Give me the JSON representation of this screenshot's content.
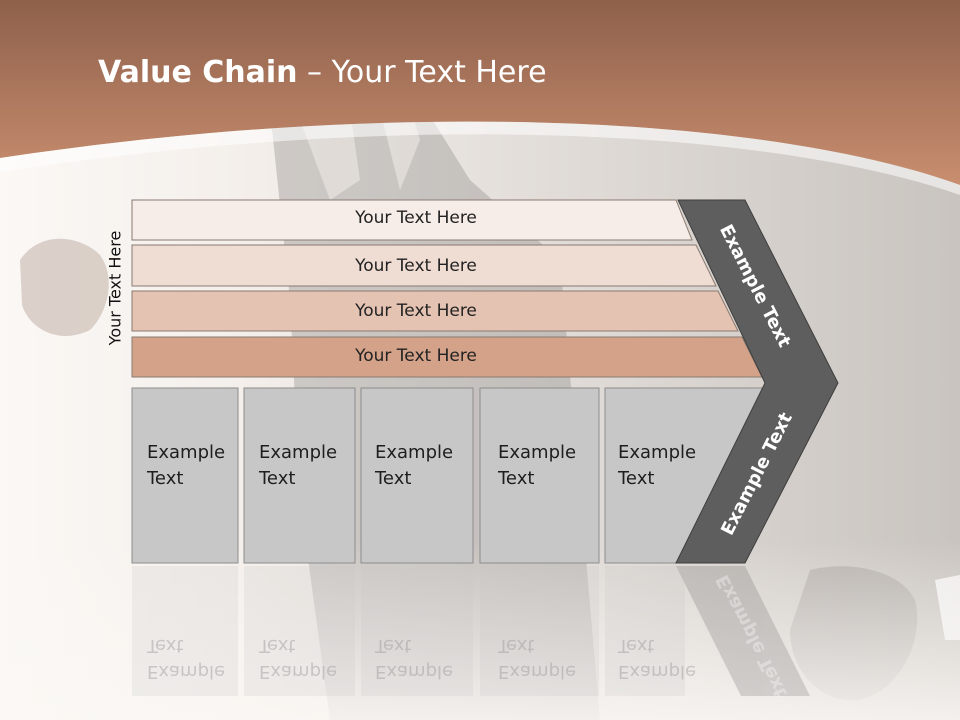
{
  "title": {
    "bold": "Value Chain",
    "rest": " – Your Text Here"
  },
  "vertical_label": "Your Text Here",
  "rows": [
    {
      "label": "Your Text Here",
      "color": "#f6ece8"
    },
    {
      "label": "Your Text Here",
      "color": "#efdcd3"
    },
    {
      "label": "Your Text Here",
      "color": "#e5c3b2"
    },
    {
      "label": "Your Text Here",
      "color": "#d4a288"
    }
  ],
  "cells": [
    {
      "line1": "Example",
      "line2": "Text"
    },
    {
      "line1": "Example",
      "line2": "Text"
    },
    {
      "line1": "Example",
      "line2": "Text"
    },
    {
      "line1": "Example",
      "line2": "Text"
    },
    {
      "line1": "Example",
      "line2": "Text"
    }
  ],
  "chevron": {
    "upper_label": "Example Text",
    "lower_label": "Example Text",
    "color": "#5e5e5e"
  },
  "colors": {
    "header": "#b97a5e",
    "cell": "#c7c7c7"
  }
}
